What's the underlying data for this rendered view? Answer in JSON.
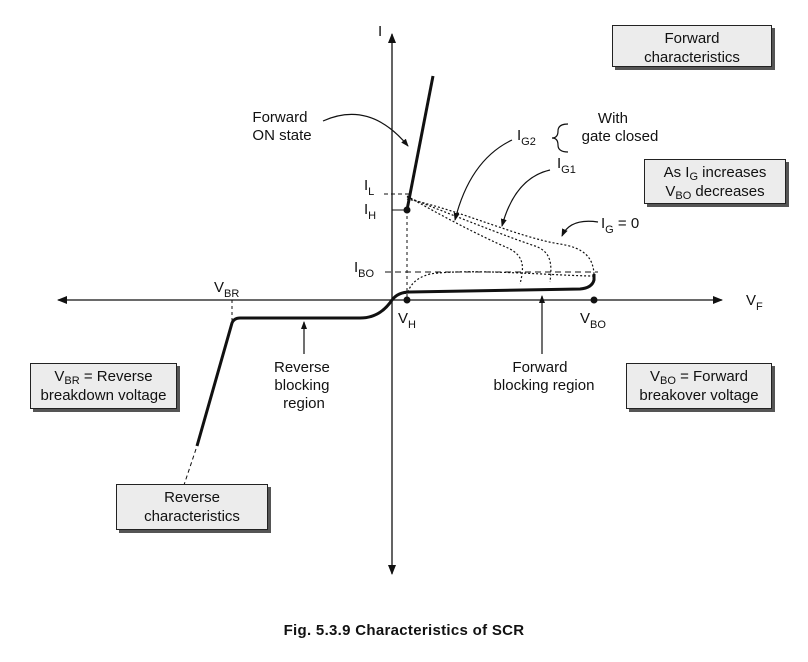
{
  "axes": {
    "y_label": "I",
    "x_main": "V",
    "x_sub": "F"
  },
  "labels": {
    "forward_on_state": [
      "Forward",
      "ON state"
    ],
    "with_gate_closed": [
      "With",
      "gate closed"
    ],
    "ig2": {
      "main": "I",
      "sub": "G2"
    },
    "ig1": {
      "main": "I",
      "sub": "G1"
    },
    "ig0": {
      "main": "I",
      "sub": "G",
      "tail": " = 0"
    },
    "il": {
      "main": "I",
      "sub": "L"
    },
    "ih": {
      "main": "I",
      "sub": "H"
    },
    "ibo": {
      "main": "I",
      "sub": "BO"
    },
    "vbr": {
      "main": "V",
      "sub": "BR"
    },
    "vh": {
      "main": "V",
      "sub": "H"
    },
    "vbo": {
      "main": "V",
      "sub": "BO"
    },
    "reverse_blocking": [
      "Reverse",
      "blocking",
      "region"
    ],
    "forward_blocking": [
      "Forward",
      "blocking region"
    ]
  },
  "boxes": {
    "forward_char": [
      "Forward",
      "characteristics"
    ],
    "ig_increase": {
      "l1_a": "As I",
      "l1_sub": "G",
      "l1_b": " increases",
      "l2_a": "V",
      "l2_sub": "BO",
      "l2_b": " decreases"
    },
    "vbr_def": {
      "l1_a": "V",
      "l1_sub": "BR",
      "l1_b": " = Reverse",
      "l2": "breakdown voltage"
    },
    "vbo_def": {
      "l1_a": "V",
      "l1_sub": "BO",
      "l1_b": " = Forward",
      "l2": "breakover voltage"
    },
    "reverse_char": [
      "Reverse",
      "characteristics"
    ]
  },
  "caption": "Fig. 5.3.9 Characteristics of SCR"
}
